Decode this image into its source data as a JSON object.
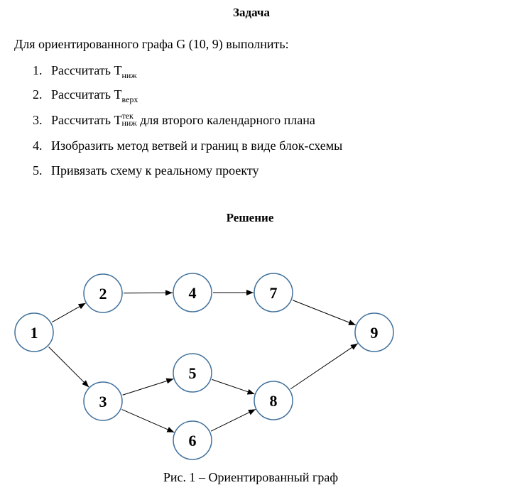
{
  "heading_task": "Задача",
  "intro": "Для ориентированного графа G (10, 9) выполнить:",
  "tasks": [
    {
      "num": "1.",
      "text": "Рассчитать T",
      "sub": "ниж",
      "sup": "",
      "rest": ""
    },
    {
      "num": "2.",
      "text": "Рассчитать T",
      "sub": "верх",
      "sup": "",
      "rest": ""
    },
    {
      "num": "3.",
      "text": "Рассчитать T",
      "sub": "ниж",
      "sup": "тек",
      "rest": " для второго календарного плана"
    },
    {
      "num": "4.",
      "text": "Изобразить метод ветвей и границ в виде блок-схемы",
      "sub": "",
      "sup": "",
      "rest": ""
    },
    {
      "num": "5.",
      "text": "Привязать схему к реальному проекту",
      "sub": "",
      "sup": "",
      "rest": ""
    }
  ],
  "heading_solution": "Решение",
  "graph": {
    "node_stroke": "#41719c",
    "nodes": [
      {
        "id": "1",
        "label": "1"
      },
      {
        "id": "2",
        "label": "2"
      },
      {
        "id": "3",
        "label": "3"
      },
      {
        "id": "4",
        "label": "4"
      },
      {
        "id": "5",
        "label": "5"
      },
      {
        "id": "6",
        "label": "6"
      },
      {
        "id": "7",
        "label": "7"
      },
      {
        "id": "8",
        "label": "8"
      },
      {
        "id": "9",
        "label": "9"
      }
    ],
    "edges": [
      [
        "1",
        "2"
      ],
      [
        "1",
        "3"
      ],
      [
        "2",
        "4"
      ],
      [
        "4",
        "7"
      ],
      [
        "7",
        "9"
      ],
      [
        "3",
        "5"
      ],
      [
        "3",
        "6"
      ],
      [
        "5",
        "8"
      ],
      [
        "6",
        "8"
      ],
      [
        "8",
        "9"
      ]
    ]
  },
  "caption": "Рис. 1 – Ориентированный граф"
}
